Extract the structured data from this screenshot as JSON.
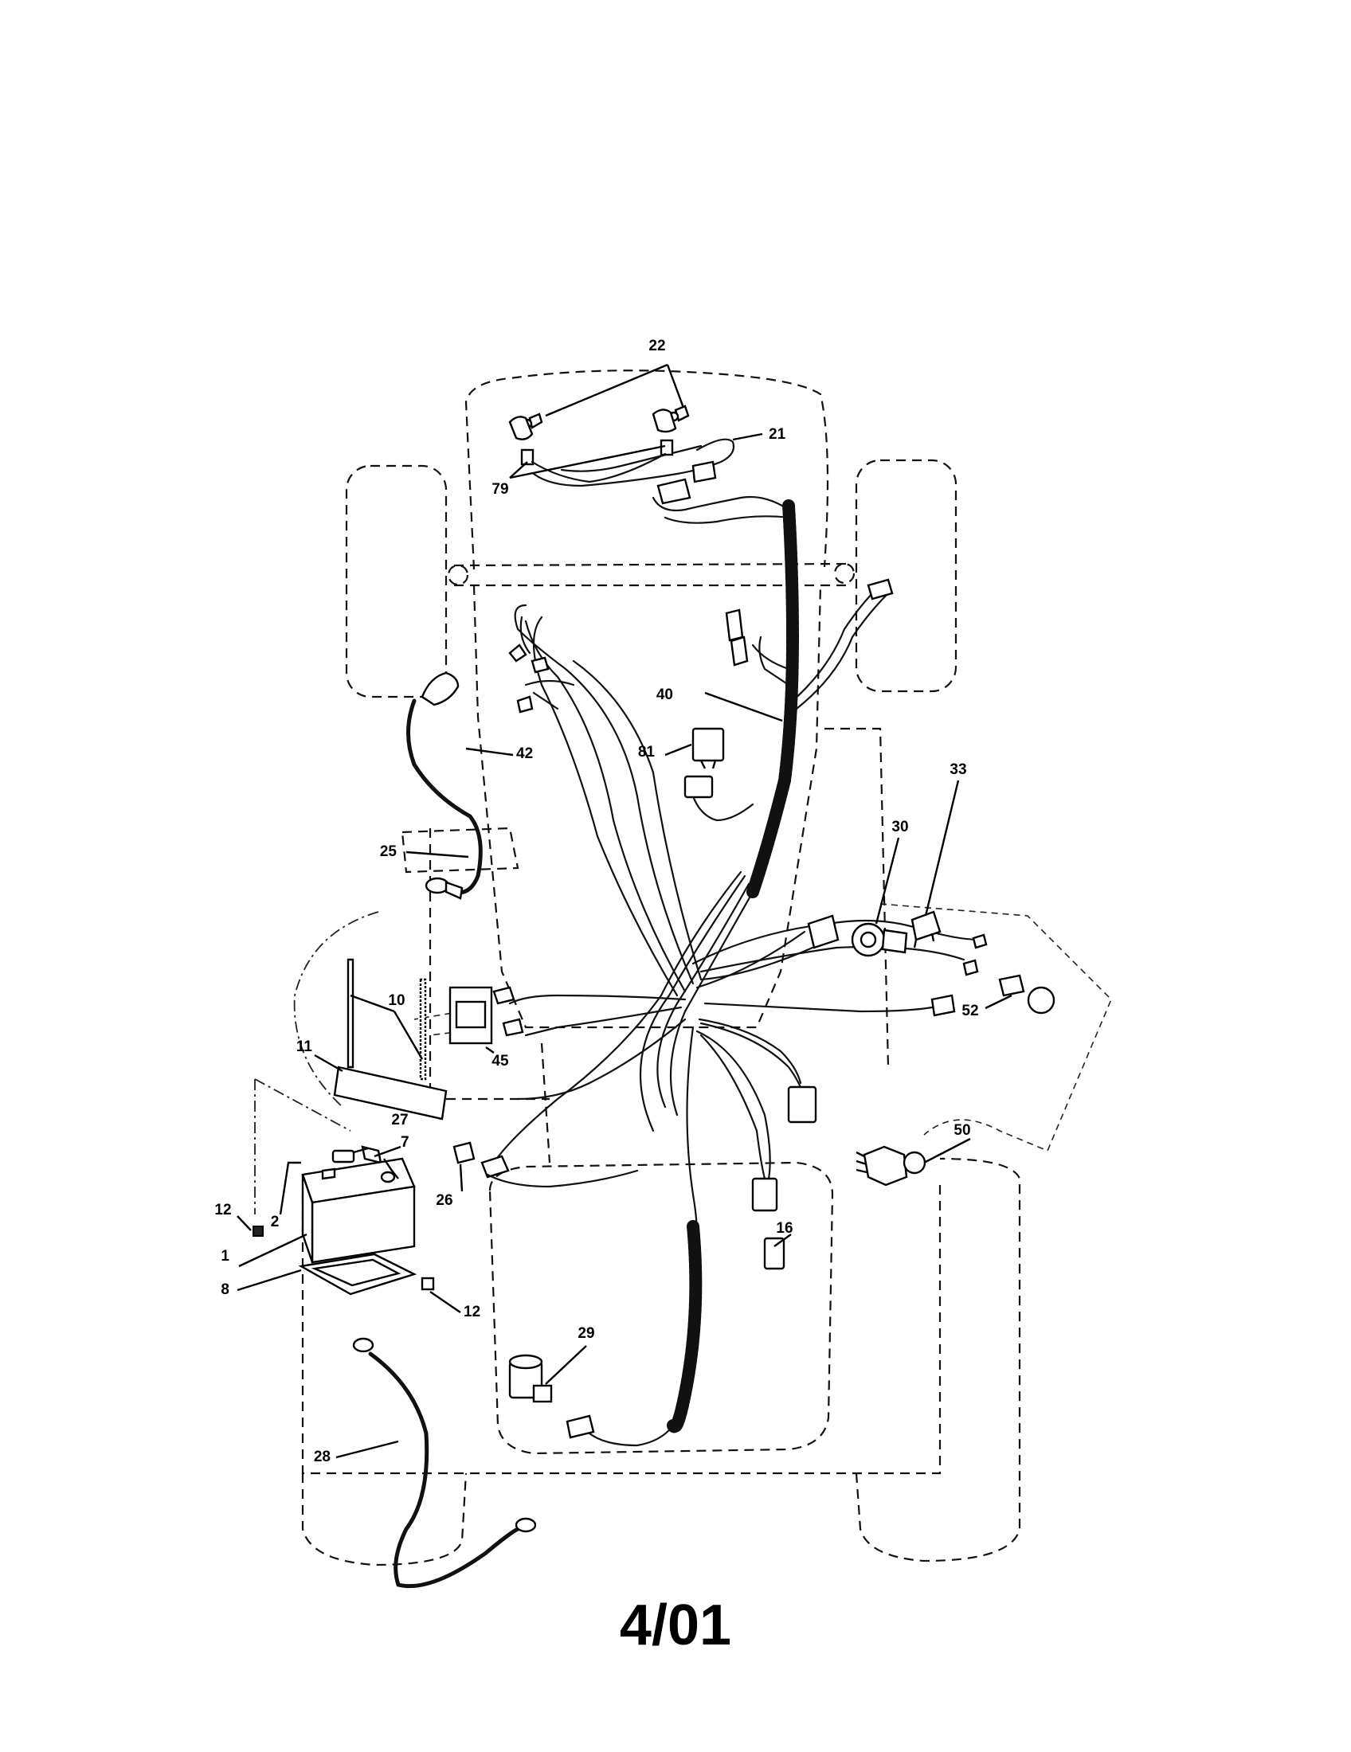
{
  "document_date": "4/01",
  "callouts": [
    {
      "id": "c22",
      "label": "22"
    },
    {
      "id": "c21",
      "label": "21"
    },
    {
      "id": "c79",
      "label": "79"
    },
    {
      "id": "c40",
      "label": "40"
    },
    {
      "id": "c81",
      "label": "81"
    },
    {
      "id": "c42",
      "label": "42"
    },
    {
      "id": "c33",
      "label": "33"
    },
    {
      "id": "c30",
      "label": "30"
    },
    {
      "id": "c25",
      "label": "25"
    },
    {
      "id": "c10",
      "label": "10"
    },
    {
      "id": "c11",
      "label": "11"
    },
    {
      "id": "c45",
      "label": "45"
    },
    {
      "id": "c52",
      "label": "52"
    },
    {
      "id": "c27",
      "label": "27"
    },
    {
      "id": "c7",
      "label": "7"
    },
    {
      "id": "c50",
      "label": "50"
    },
    {
      "id": "c26",
      "label": "26"
    },
    {
      "id": "c12a",
      "label": "12"
    },
    {
      "id": "c2",
      "label": "2"
    },
    {
      "id": "c1",
      "label": "1"
    },
    {
      "id": "c16",
      "label": "16"
    },
    {
      "id": "c8",
      "label": "8"
    },
    {
      "id": "c12b",
      "label": "12"
    },
    {
      "id": "c29",
      "label": "29"
    },
    {
      "id": "c28",
      "label": "28"
    }
  ]
}
